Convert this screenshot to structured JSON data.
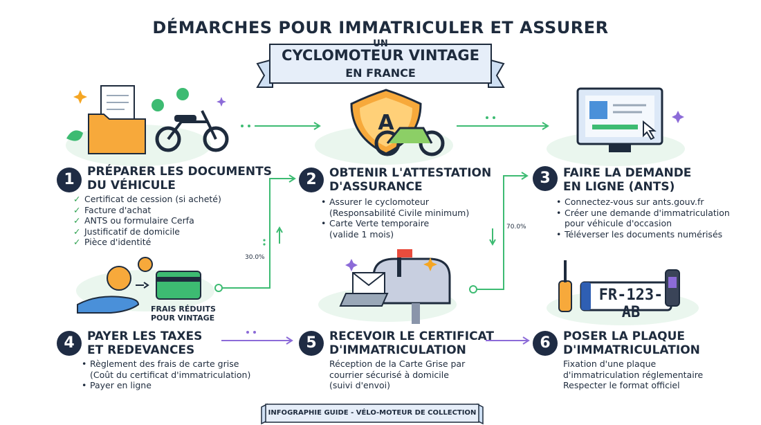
{
  "header": {
    "title": "DÉMARCHES POUR IMMATRICULER ET ASSURER",
    "ribbon_line1": "UN",
    "ribbon_line2": "CYCLOMOTEUR VINTAGE",
    "ribbon_line3": "EN FRANCE"
  },
  "steps": [
    {
      "number": "1",
      "title": "PRÉPARER LES DOCUMENTS\nDU VÉHICULE",
      "items": [
        "Certificat de cession (si acheté)",
        "Facture d'achat",
        "ANTS ou formulaire Cerfa",
        "Justificatif de domicile",
        "Pièce d'identité"
      ]
    },
    {
      "number": "2",
      "title": "OBTENIR L'ATTESTATION\nD'ASSURANCE",
      "items": [
        "Assurer le cyclomoteur\n(Responsabilité Civile minimum)",
        "Carte Verte temporaire\n(valide 1 mois)"
      ]
    },
    {
      "number": "3",
      "title": "FAIRE LA DEMANDE\nEN LIGNE (ANTS)",
      "items": [
        "Connectez-vous sur ants.gouv.fr",
        "Créer une demande d'immatriculation\npour véhicule d'occasion",
        "Téléverser les documents numérisés"
      ]
    },
    {
      "number": "4",
      "title": "PAYER LES TAXES\nET REDEVANCES",
      "items": [
        "Règlement des frais de carte grise\n(Coût du certificat d'immatriculation)",
        "Payer en ligne"
      ]
    },
    {
      "number": "5",
      "title": "RECEVOIR LE CERTIFICAT\nD'IMMATRICULATION",
      "text": "Réception de la Carte Grise par\ncourrier sécurisé à domicile\n(suivi d'envoi)"
    },
    {
      "number": "6",
      "title": "POSER LA PLAQUE\nD'IMMATRICULATION",
      "text": "Fixation d'une plaque\nd'immatriculation réglementaire\nRespecter le format officiel"
    }
  ],
  "annotations": {
    "percent_left": "30.0%",
    "percent_right": "70.0%",
    "vintage_note": "FRAIS RÉDUITS\nPOUR VINTAGE",
    "shield_letter": "A",
    "plate_text": "FR-123-AB"
  },
  "footer": {
    "text": "INFOGRAPHIE GUIDE - VÉLO-MOTEUR DE COLLECTION"
  },
  "colors": {
    "navy": "#1f2c44",
    "green": "#3dbb72",
    "purple": "#8c6bd8",
    "orange": "#f5a623",
    "blue": "#4a90d9"
  }
}
